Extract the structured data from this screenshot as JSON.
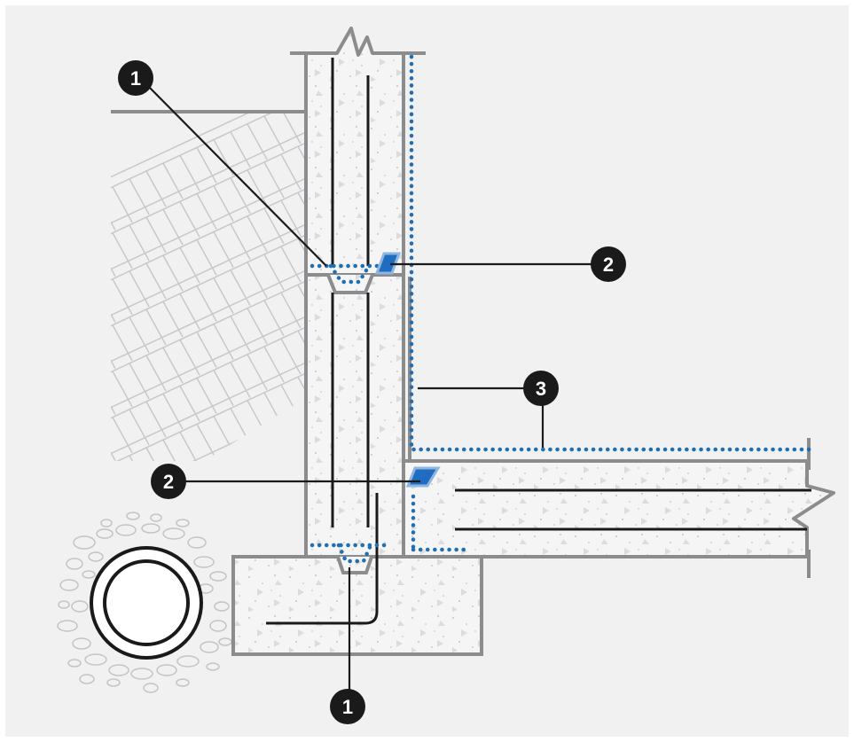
{
  "colors": {
    "frame_bg": "#f1f1f2",
    "outline": "#8c8c8e",
    "concrete_fill": "#f5f5f6",
    "rebar": "#1a1a1a",
    "membrane_dots": "#1f6fb2",
    "waterstop": "#1f6cc0",
    "callout_fill": "#1a1a1a",
    "soil_lines": "#c8c8cb",
    "gravel": "#c4c4c7"
  },
  "callouts": [
    {
      "id": "c1-top",
      "label": "1",
      "icon": "waterproofing-joint-callout"
    },
    {
      "id": "c1-bottom",
      "label": "1",
      "icon": "waterproofing-joint-callout"
    },
    {
      "id": "c2-upper",
      "label": "2",
      "icon": "waterstop-callout"
    },
    {
      "id": "c2-lower",
      "label": "2",
      "icon": "waterstop-callout"
    },
    {
      "id": "c3",
      "label": "3",
      "icon": "membrane-callout"
    }
  ],
  "icons": {
    "drain_pipe": "drain-pipe-icon",
    "gravel": "gravel-bed-icon",
    "soil": "soil-hatch-icon"
  }
}
